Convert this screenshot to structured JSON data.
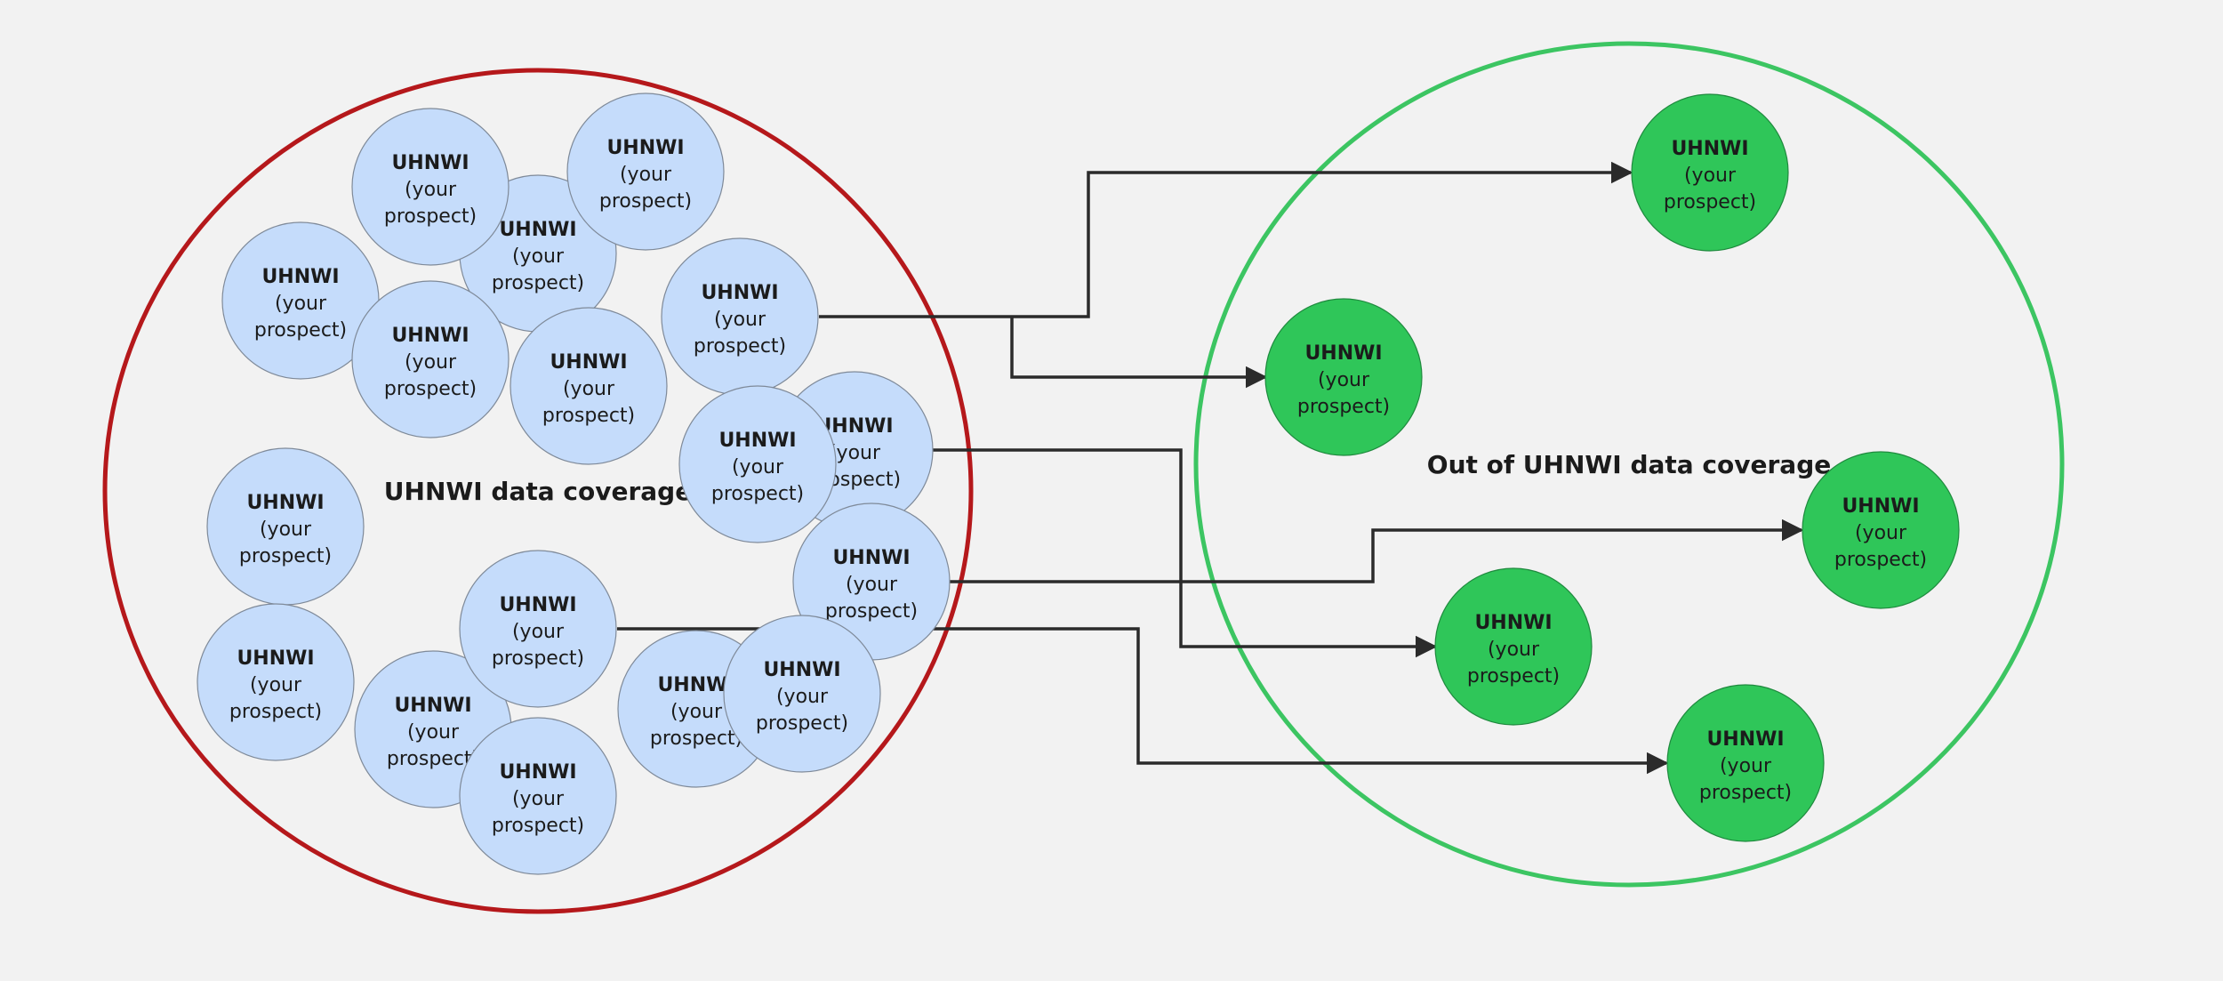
{
  "colors": {
    "background": "#f2f2f2",
    "inside_region_border": "#b5181b",
    "outside_region_border": "#3cc562",
    "prospect_inside_fill": "#c5dcfb",
    "prospect_outside_fill": "#2fc659",
    "connector": "#2b2b2b"
  },
  "regions": {
    "inside": {
      "label": "UHNWI data coverage"
    },
    "outside": {
      "label": "Out of UHNWI data coverage"
    }
  },
  "prospect_label": {
    "line1": "UHNWI",
    "line2": "(your",
    "line3": "prospect)"
  },
  "prospects_inside_count_label": "",
  "nodes": {
    "inside": [
      "i1",
      "i2",
      "i3",
      "i4",
      "i5",
      "i6",
      "i7",
      "i8",
      "i9",
      "i10",
      "i11",
      "i12",
      "i13",
      "i14",
      "i15",
      "i16",
      "i17",
      "i18",
      "i19"
    ],
    "outside": [
      "o1",
      "o2",
      "o3",
      "o4",
      "o5",
      "o6"
    ]
  }
}
